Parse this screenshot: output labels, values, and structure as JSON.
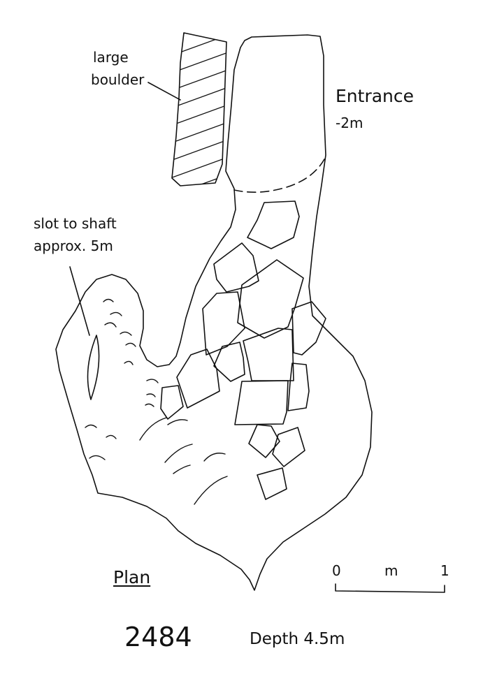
{
  "labels": {
    "boulder_line1": "large",
    "boulder_line2": "boulder",
    "entrance": "Entrance",
    "entrance_depth": "-2m",
    "slot_line1": "slot to shaft",
    "slot_line2": "approx. 5m",
    "plan": "Plan",
    "cave_number": "2484",
    "depth": "Depth 4.5m"
  },
  "scale_bar": {
    "start": "0",
    "unit": "m",
    "end": "1"
  },
  "colors": {
    "ink": "#111111",
    "paper": "#ffffff"
  }
}
